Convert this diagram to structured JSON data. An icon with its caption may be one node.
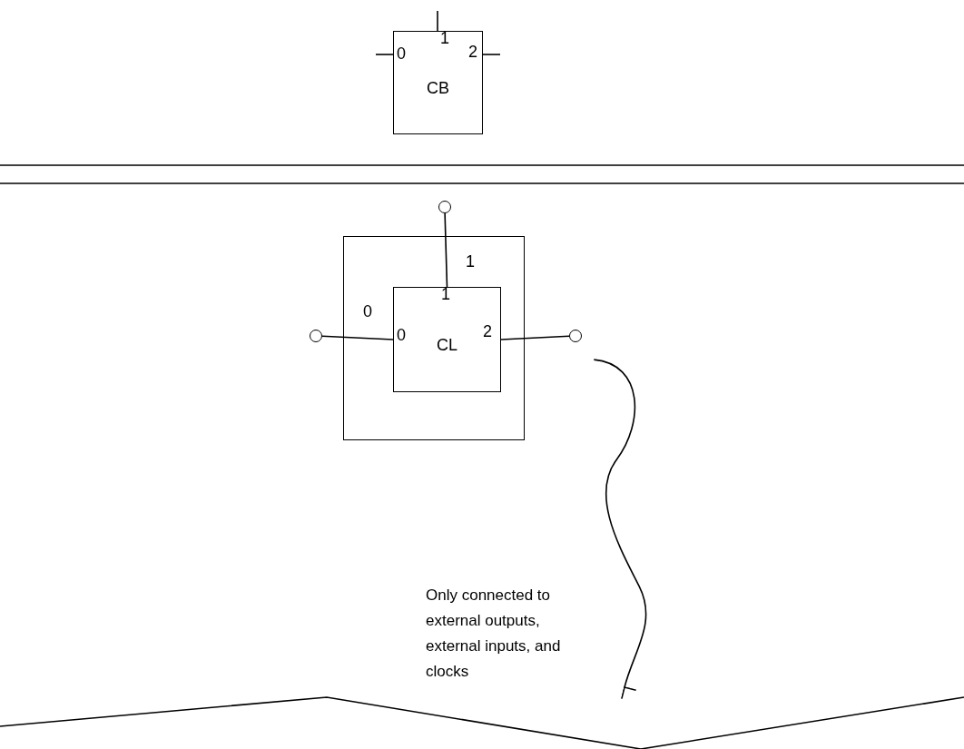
{
  "diagram": {
    "nodes": [
      {
        "text": [
          "CB"
        ]
      },
      {
        "text": [],
        "shape": "box"
      },
      {
        "text": [
          "CL"
        ],
        "in": 1
      },
      {
        "text": [],
        "shape": "circle"
      },
      {
        "text": [],
        "shape": "circle"
      },
      {
        "text": [],
        "shape": "circle"
      }
    ],
    "edges": [
      {
        "from": 3,
        "to": 2,
        "arrow": "none",
        "label": "1"
      },
      {
        "from": 4,
        "to": 2,
        "arrow": "none",
        "label": "0"
      },
      {
        "from": 2,
        "to": 5,
        "arrow": "none"
      },
      {
        "from": 5,
        "to": null,
        "arrow": "to"
      }
    ],
    "labels": [
      "1",
      "0",
      "2",
      "1",
      "0",
      "2",
      "Only connected to external outputs, external inputs, and clocks"
    ]
  }
}
